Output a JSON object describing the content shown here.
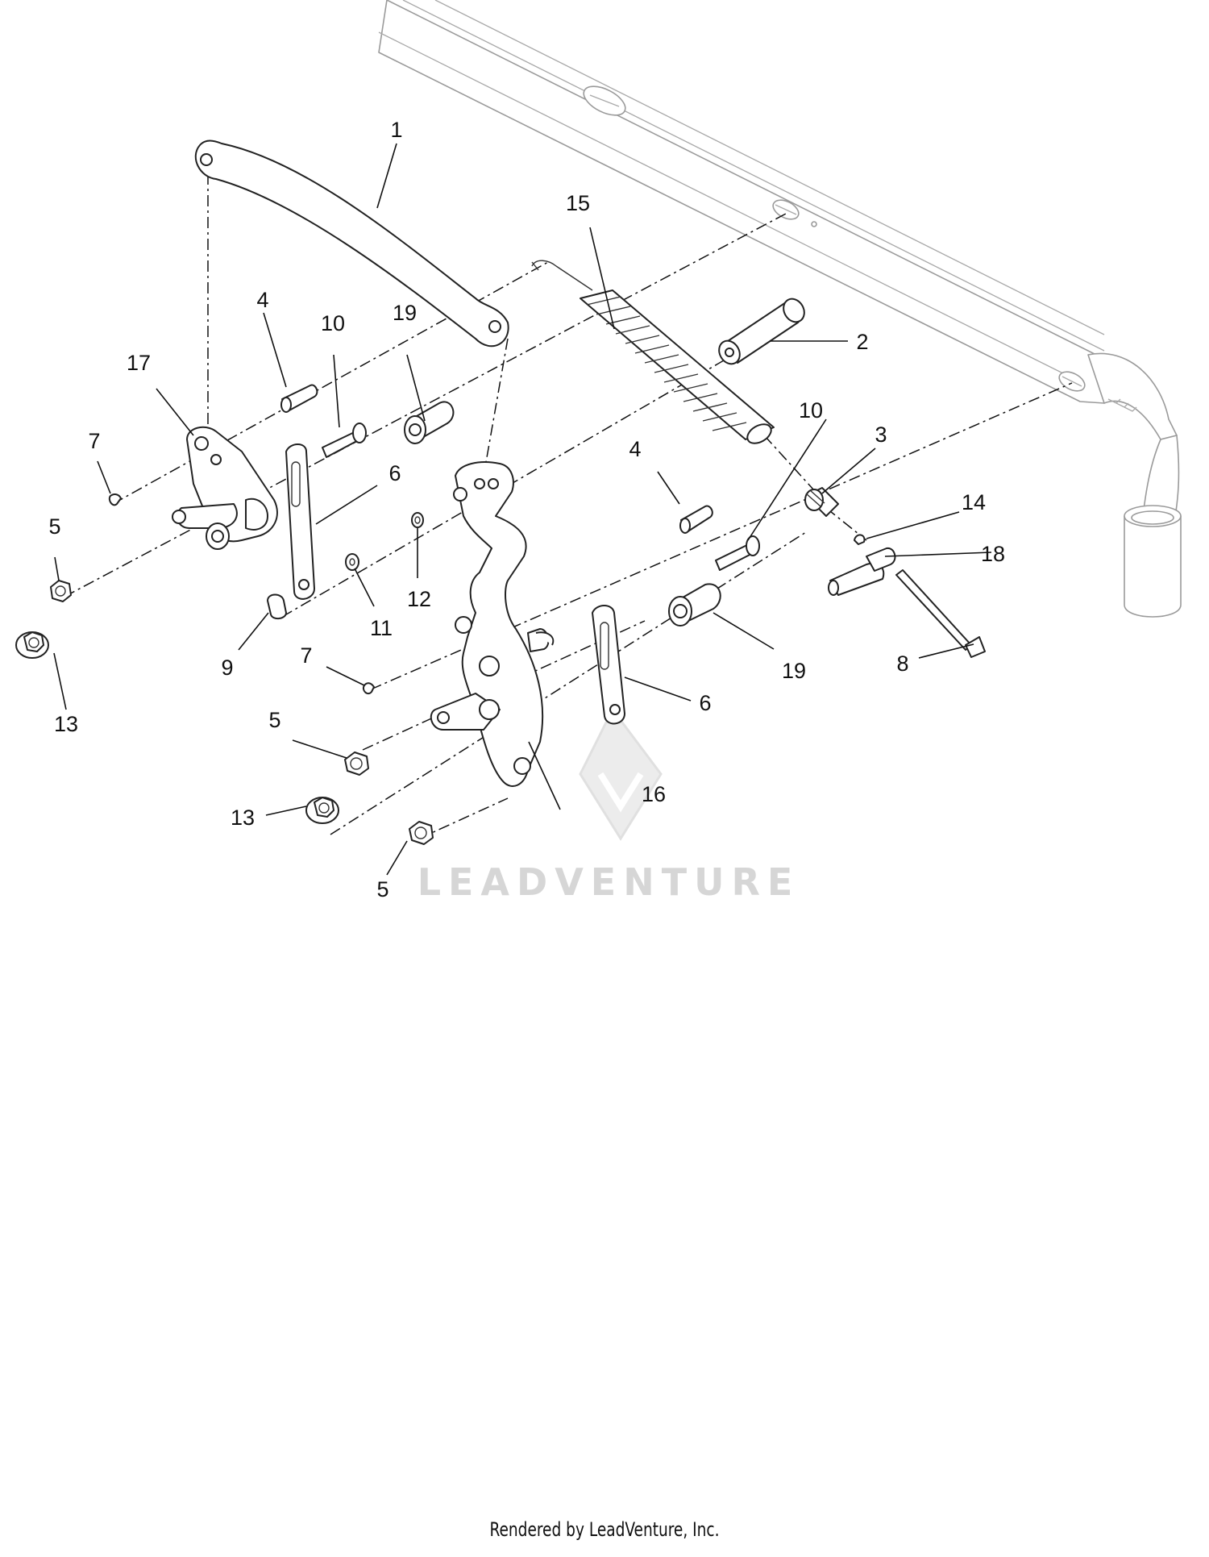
{
  "diagram": {
    "callouts": [
      {
        "id": "c1",
        "label": "1"
      },
      {
        "id": "c2",
        "label": "2"
      },
      {
        "id": "c3",
        "label": "3"
      },
      {
        "id": "c4a",
        "label": "4"
      },
      {
        "id": "c4b",
        "label": "4"
      },
      {
        "id": "c5a",
        "label": "5"
      },
      {
        "id": "c5b",
        "label": "5"
      },
      {
        "id": "c5c",
        "label": "5"
      },
      {
        "id": "c6a",
        "label": "6"
      },
      {
        "id": "c6b",
        "label": "6"
      },
      {
        "id": "c7a",
        "label": "7"
      },
      {
        "id": "c7b",
        "label": "7"
      },
      {
        "id": "c8",
        "label": "8"
      },
      {
        "id": "c9",
        "label": "9"
      },
      {
        "id": "c10a",
        "label": "10"
      },
      {
        "id": "c10b",
        "label": "10"
      },
      {
        "id": "c11",
        "label": "11"
      },
      {
        "id": "c12",
        "label": "12"
      },
      {
        "id": "c13a",
        "label": "13"
      },
      {
        "id": "c13b",
        "label": "13"
      },
      {
        "id": "c14",
        "label": "14"
      },
      {
        "id": "c15",
        "label": "15"
      },
      {
        "id": "c16",
        "label": "16"
      },
      {
        "id": "c17",
        "label": "17"
      },
      {
        "id": "c18",
        "label": "18"
      },
      {
        "id": "c19a",
        "label": "19"
      },
      {
        "id": "c19b",
        "label": "19"
      }
    ]
  },
  "watermark": {
    "text": "LEADVENTURE"
  },
  "footer": {
    "credit": "Rendered by LeadVenture, Inc."
  }
}
